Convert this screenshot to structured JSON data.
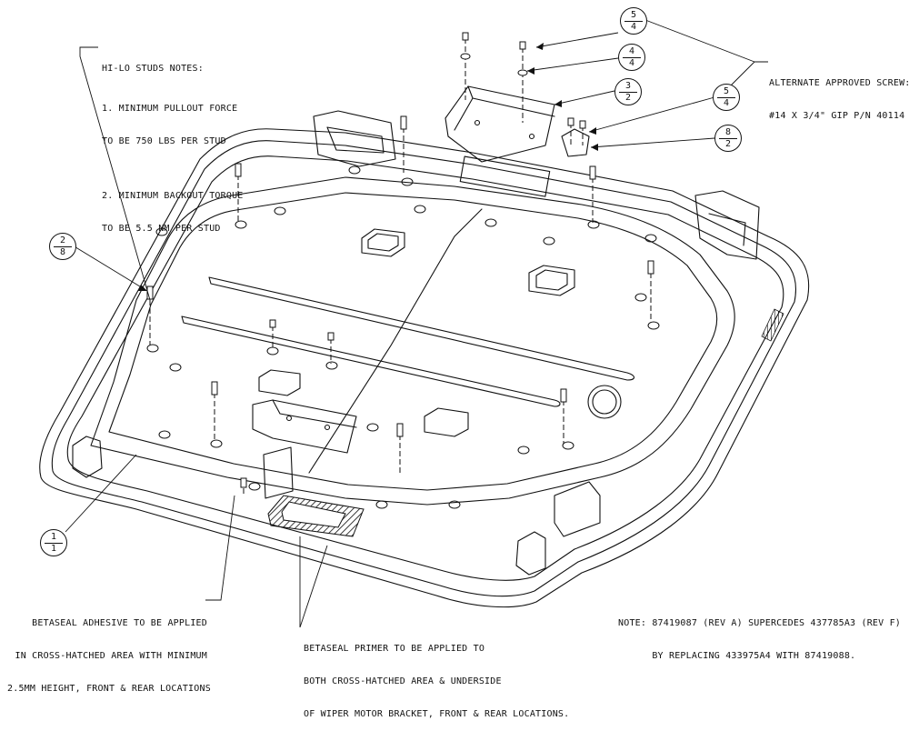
{
  "notes": {
    "hilo_title": "HI-LO STUDS NOTES:",
    "hilo_lines": [
      "1. MINIMUM PULLOUT FORCE",
      "TO BE 750 LBS PER STUD",
      "",
      "2. MINIMUM BACKOUT TORQUE",
      "TO BE 5.5 NM PER STUD"
    ],
    "alt_screw": [
      "ALTERNATE APPROVED SCREW:",
      "#14 X 3/4\" GIP P/N 40114"
    ],
    "adhesive": [
      "BETASEAL ADHESIVE TO BE APPLIED",
      "IN CROSS-HATCHED AREA WITH MINIMUM",
      "2.5MM HEIGHT, FRONT & REAR LOCATIONS"
    ],
    "primer": [
      "BETASEAL PRIMER TO BE APPLIED TO",
      "BOTH CROSS-HATCHED AREA & UNDERSIDE",
      "OF WIPER MOTOR BRACKET, FRONT & REAR LOCATIONS."
    ],
    "supersede": [
      "NOTE: 87419087 (REV A) SUPERCEDES 437785A3 (REV F)",
      "      BY REPLACING 433975A4 WITH 87419088."
    ]
  },
  "balloons": [
    {
      "id": "b54-top",
      "num": "5",
      "den": "4"
    },
    {
      "id": "b44",
      "num": "4",
      "den": "4"
    },
    {
      "id": "b32",
      "num": "3",
      "den": "2"
    },
    {
      "id": "b54-right",
      "num": "5",
      "den": "4"
    },
    {
      "id": "b82",
      "num": "8",
      "den": "2"
    },
    {
      "id": "b28",
      "num": "2",
      "den": "8"
    },
    {
      "id": "b11",
      "num": "1",
      "den": "1"
    }
  ]
}
